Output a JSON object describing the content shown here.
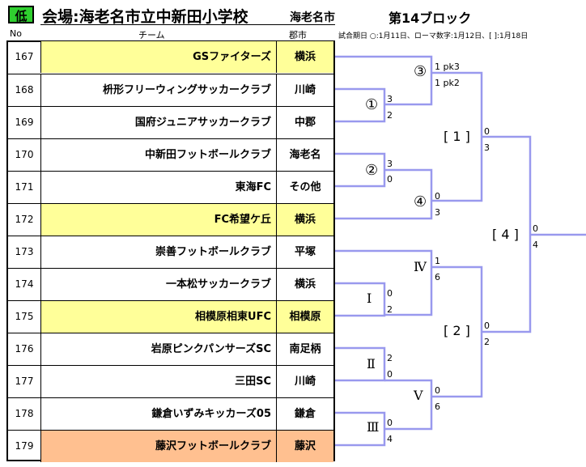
{
  "header": {
    "badge": "低",
    "venue": "会場:海老名市立中新田小学校",
    "city": "海老名市",
    "block_title": "第14ブロック"
  },
  "columns": {
    "no": "No",
    "team": "チーム",
    "city": "郡市",
    "note": "試合期日 ○:1月11日、ローマ数字:1月12日、[ ]:1月18日"
  },
  "teams": [
    {
      "no": "167",
      "name": "GSファイターズ",
      "city": "横浜",
      "highlight": "yellow"
    },
    {
      "no": "168",
      "name": "枡形フリーウィングサッカークラブ",
      "city": "川崎",
      "highlight": ""
    },
    {
      "no": "169",
      "name": "国府ジュニアサッカークラブ",
      "city": "中郡",
      "highlight": ""
    },
    {
      "no": "170",
      "name": "中新田フットボールクラブ",
      "city": "海老名",
      "highlight": ""
    },
    {
      "no": "171",
      "name": "東海FC",
      "city": "その他",
      "highlight": ""
    },
    {
      "no": "172",
      "name": "FC希望ケ丘",
      "city": "横浜",
      "highlight": "yellow"
    },
    {
      "no": "173",
      "name": "崇善フットボールクラブ",
      "city": "平塚",
      "highlight": ""
    },
    {
      "no": "174",
      "name": "一本松サッカークラブ",
      "city": "横浜",
      "highlight": ""
    },
    {
      "no": "175",
      "name": "相模原相東UFC",
      "city": "相模原",
      "highlight": "yellow"
    },
    {
      "no": "176",
      "name": "岩原ピンクパンサーズSC",
      "city": "南足柄",
      "highlight": ""
    },
    {
      "no": "177",
      "name": "三田SC",
      "city": "川崎",
      "highlight": ""
    },
    {
      "no": "178",
      "name": "鎌倉いずみキッカーズ05",
      "city": "鎌倉",
      "highlight": ""
    },
    {
      "no": "179",
      "name": "藤沢フットボールクラブ",
      "city": "藤沢",
      "highlight": "orange"
    }
  ],
  "matches": {
    "m1": {
      "label": "①",
      "top": "3",
      "bottom": "2"
    },
    "m2": {
      "label": "②",
      "top": "3",
      "bottom": "0"
    },
    "m3": {
      "label": "③",
      "top": "1 pk3",
      "bottom": "1 pk2"
    },
    "m4": {
      "label": "④",
      "top": "0",
      "bottom": "3"
    },
    "r1": {
      "label": "Ⅰ",
      "top": "0",
      "bottom": "2"
    },
    "r2": {
      "label": "Ⅱ",
      "top": "2",
      "bottom": "0"
    },
    "r3": {
      "label": "Ⅲ",
      "top": "0",
      "bottom": "4"
    },
    "r4": {
      "label": "Ⅳ",
      "top": "1",
      "bottom": "6"
    },
    "r5": {
      "label": "Ⅴ",
      "top": "0",
      "bottom": "6"
    },
    "s1": {
      "label": "[ 1 ]",
      "top": "0",
      "bottom": "3"
    },
    "s2": {
      "label": "[ 2 ]",
      "top": "0",
      "bottom": "2"
    },
    "f": {
      "label": "[ 4 ]",
      "top": "0",
      "bottom": "4"
    }
  },
  "colors": {
    "badge": "#2fcf2f",
    "highlight_yellow": "#ffff99",
    "highlight_orange": "#ffc090",
    "bracket_line": "#9999ee"
  }
}
